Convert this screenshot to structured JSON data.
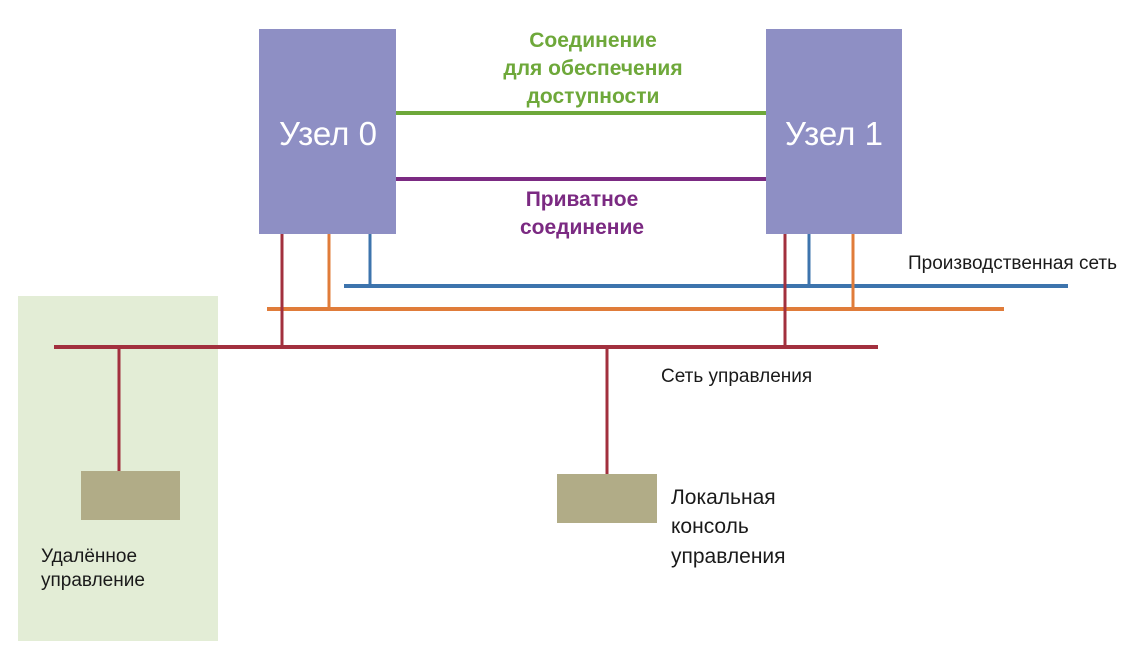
{
  "nodes": [
    {
      "id": "node-0",
      "title": "Узел 0"
    },
    {
      "id": "node-1",
      "title": "Узел 1"
    }
  ],
  "links": {
    "availability": [
      "Соединение",
      "для обеспечения",
      "доступности"
    ],
    "private": [
      "Приватное",
      "соединение"
    ]
  },
  "networks": {
    "production": "Производственная сеть",
    "management": "Сеть управления"
  },
  "remote": [
    "Удалённое",
    "управление"
  ],
  "local_console": [
    "Локальная",
    "консоль",
    "управления"
  ],
  "colors": {
    "node": "#8e8fc4",
    "remote_area": "#e3edd6",
    "console": "#b1ac87",
    "availability_link": "#6ea83a",
    "private_link": "#7b2a82",
    "production_net": "#3d74ad",
    "orange_net": "#e07c3a",
    "management_net": "#a2303e"
  }
}
